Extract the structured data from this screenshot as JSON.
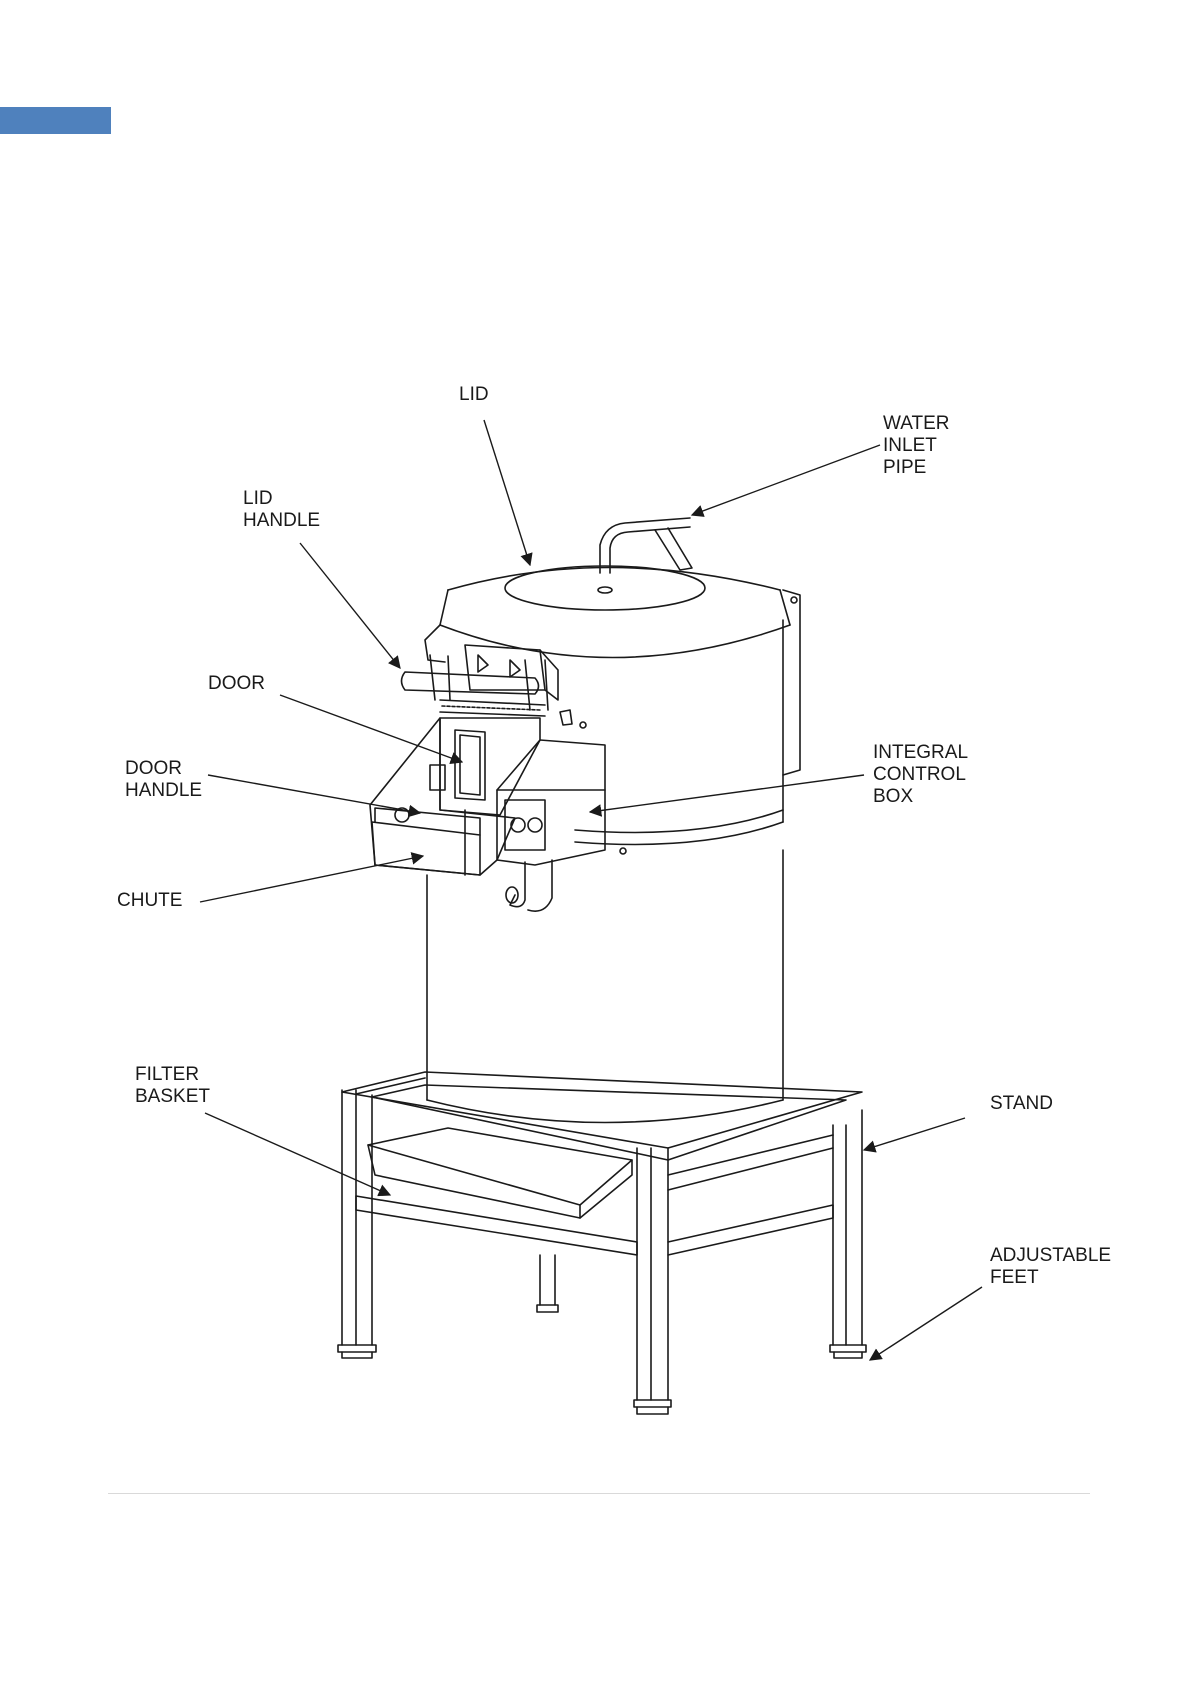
{
  "colors": {
    "accent": "#4f81bd",
    "line": "#1a1a1a",
    "rule": "#d9d9d9"
  },
  "callouts": {
    "lid": [
      "LID"
    ],
    "water_inlet_pipe": [
      "WATER",
      "INLET",
      "PIPE"
    ],
    "lid_handle": [
      "LID",
      "HANDLE"
    ],
    "door": [
      "DOOR"
    ],
    "door_handle": [
      "DOOR",
      "HANDLE"
    ],
    "integral_control_box": [
      "INTEGRAL",
      "CONTROL",
      "BOX"
    ],
    "chute": [
      "CHUTE"
    ],
    "filter_basket": [
      "FILTER",
      "BASKET"
    ],
    "stand": [
      "STAND"
    ],
    "adjustable_feet": [
      "ADJUSTABLE",
      "FEET"
    ]
  }
}
